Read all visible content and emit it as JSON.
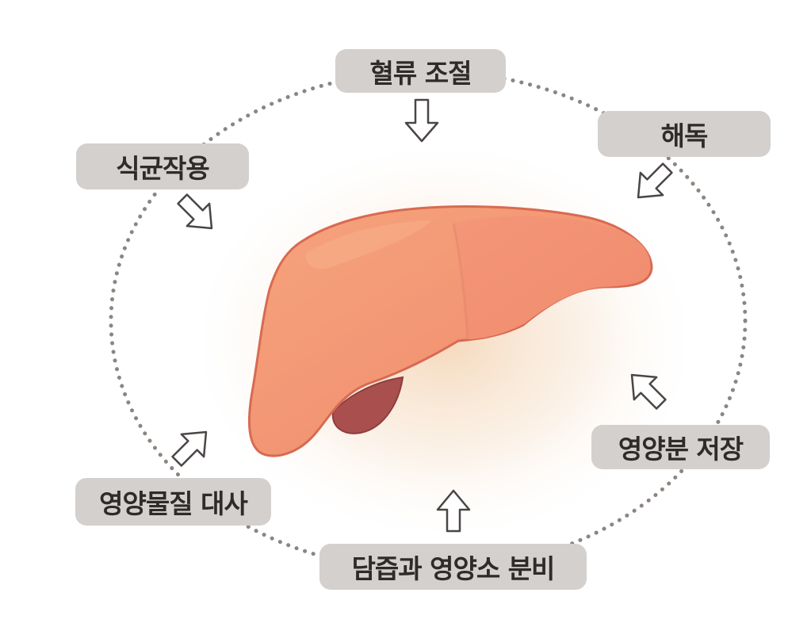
{
  "functions": {
    "blood_flow": "혈류 조절",
    "detox": "해독",
    "phagocytosis": "식균작용",
    "nutrient_storage": "영양분 저장",
    "nutrient_metabolism": "영양물질 대사",
    "bile_secretion": "담즙과 영양소 분비"
  },
  "colors": {
    "label_bg": "#d3d0cd",
    "label_text": "#2e2b29",
    "circle_dots": "#8c8580",
    "liver": "#f39a78",
    "gallbladder": "#a9504f"
  },
  "icons": [
    "arrow-down-icon",
    "arrow-down-left-icon",
    "arrow-down-right-icon",
    "arrow-up-left-icon",
    "arrow-up-right-icon",
    "arrow-up-icon"
  ]
}
